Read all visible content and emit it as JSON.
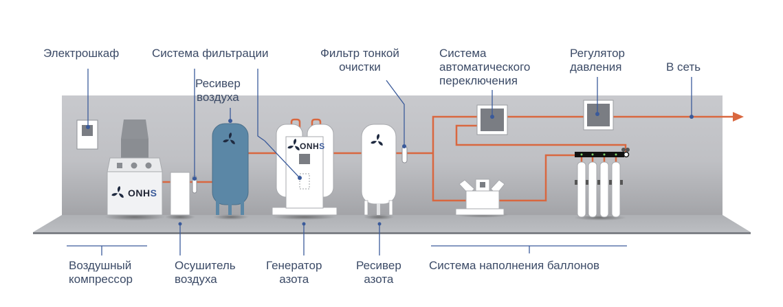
{
  "diagram": {
    "title": "Nitrogen generation station scheme",
    "brand": {
      "text_main": "ONH",
      "text_accent": "S"
    },
    "colors": {
      "pipe": "#d9673f",
      "leader": "#3a5a9a",
      "wall_top": "#c6c7cb",
      "wall_bottom": "#a9aaae",
      "floor": "#b6b8bc",
      "air_receiver": "#5b87a6",
      "text": "#3b4a66"
    },
    "top_labels": [
      {
        "id": "electrical-cabinet",
        "lines": [
          "Электрошкаф"
        ]
      },
      {
        "id": "filtration-system",
        "lines": [
          "Система фильтрации"
        ]
      },
      {
        "id": "air-receiver",
        "lines": [
          "Ресивер",
          "воздуха"
        ]
      },
      {
        "id": "fine-filter",
        "lines": [
          "Фильтр тонкой",
          "очистки"
        ]
      },
      {
        "id": "auto-switch-system",
        "lines": [
          "Система",
          "автоматического",
          "переключения"
        ]
      },
      {
        "id": "pressure-regulator",
        "lines": [
          "Регулятор",
          "давления"
        ]
      },
      {
        "id": "to-network",
        "lines": [
          "В сеть"
        ]
      }
    ],
    "bottom_labels": [
      {
        "id": "air-compressor",
        "lines": [
          "Воздушный",
          "компрессор"
        ]
      },
      {
        "id": "air-dryer",
        "lines": [
          "Осушитель",
          "воздуха"
        ]
      },
      {
        "id": "nitrogen-generator",
        "lines": [
          "Генератор",
          "азота"
        ]
      },
      {
        "id": "nitrogen-receiver",
        "lines": [
          "Ресивер",
          "азота"
        ]
      },
      {
        "id": "cylinder-filling-system",
        "lines": [
          "Система наполнения баллонов"
        ]
      }
    ]
  }
}
